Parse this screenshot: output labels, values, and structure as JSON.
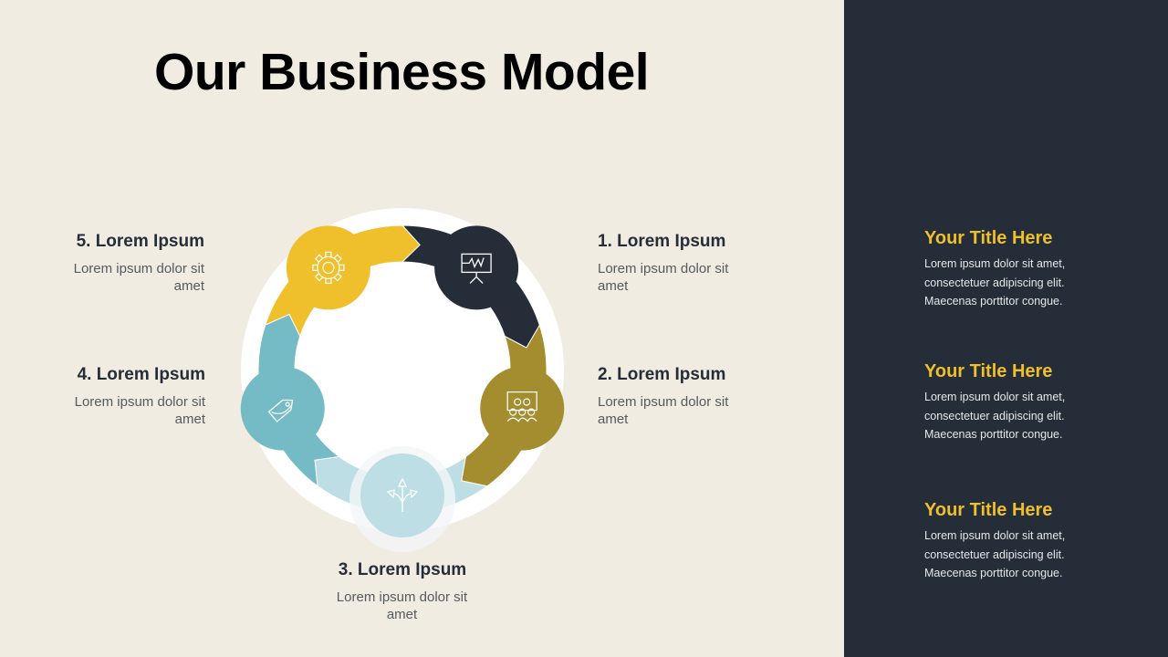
{
  "title": "Our Business Model",
  "steps": [
    {
      "label": "1. Lorem Ipsum",
      "text": "Lorem ipsum dolor sit amet",
      "color": "#242d38",
      "icon": "presentation-chart-icon"
    },
    {
      "label": "2. Lorem Ipsum",
      "text": "Lorem ipsum dolor sit amet",
      "color": "#a38d2e",
      "icon": "audience-icon"
    },
    {
      "label": "3. Lorem Ipsum",
      "text": "Lorem ipsum dolor sit amet",
      "color": "#bcdee4",
      "icon": "split-arrows-icon"
    },
    {
      "label": "4. Lorem Ipsum",
      "text": "Lorem ipsum dolor sit amet",
      "color": "#74bbc5",
      "icon": "price-tag-icon"
    },
    {
      "label": "5. Lorem Ipsum",
      "text": "Lorem ipsum dolor sit amet",
      "color": "#efbf2c",
      "icon": "gear-icon"
    }
  ],
  "sidebar": {
    "cards": [
      {
        "title": "Your Title Here",
        "body": "Lorem ipsum dolor sit amet, consectetuer adipiscing elit. Maecenas porttitor congue."
      },
      {
        "title": "Your Title Here",
        "body": "Lorem ipsum dolor sit amet, consectetuer adipiscing elit. Maecenas porttitor congue."
      },
      {
        "title": "Your Title Here",
        "body": "Lorem ipsum dolor sit amet, consectetuer adipiscing elit. Maecenas porttitor congue."
      }
    ]
  }
}
